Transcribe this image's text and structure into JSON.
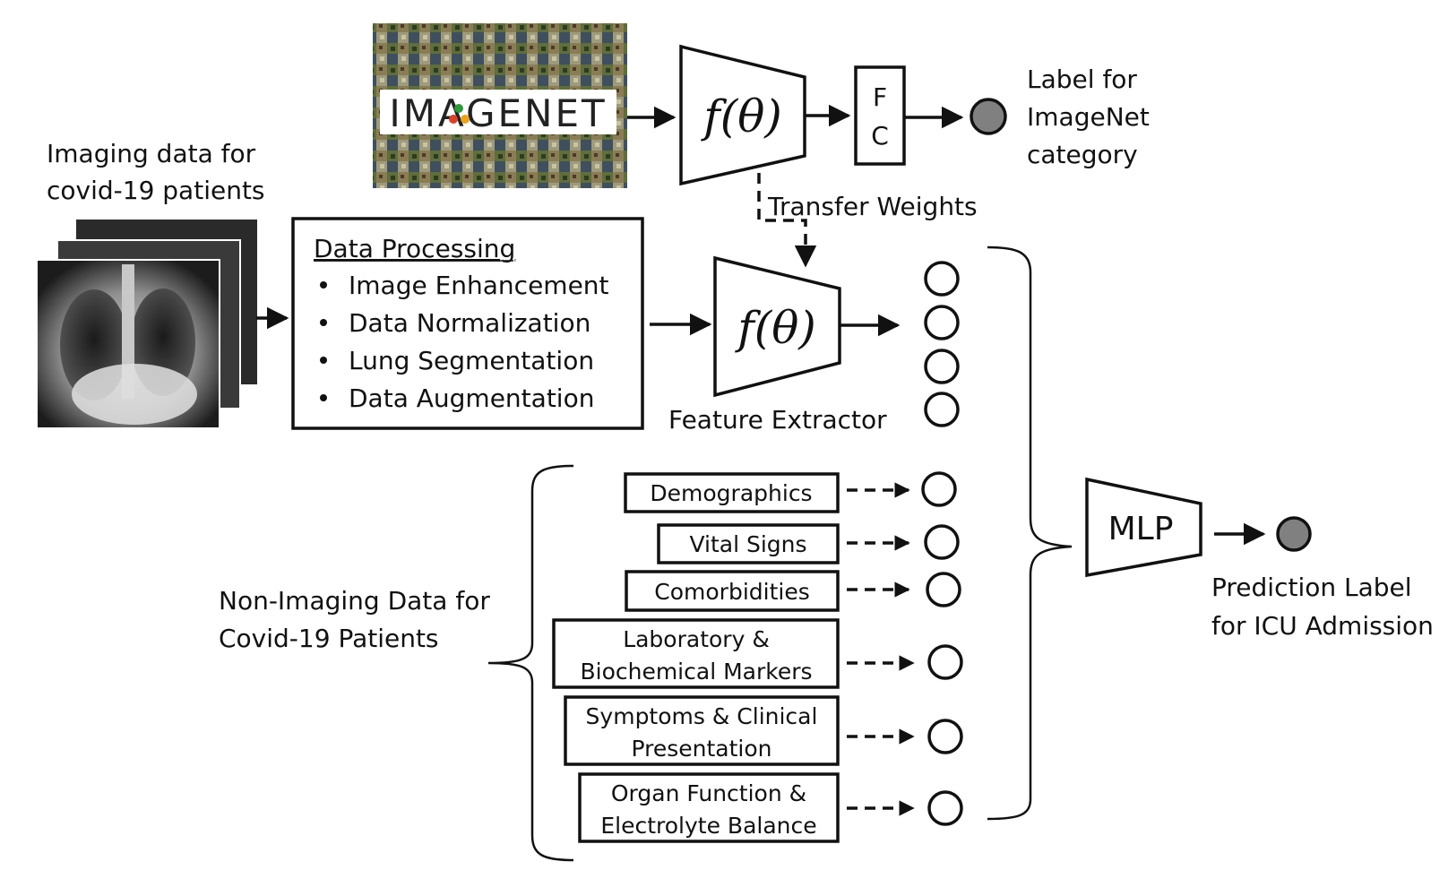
{
  "imagenet": {
    "logo_text": "IMAGENET"
  },
  "pretrained": {
    "extractor_label": "f(θ)",
    "fc_top": "F",
    "fc_bottom": "C",
    "output_label_lines": [
      "Label for",
      "ImageNet",
      "category"
    ]
  },
  "transfer_weights": "Transfer Weights",
  "imaging": {
    "title_lines": [
      "Imaging data for",
      "covid-19 patients"
    ]
  },
  "processing": {
    "title": "Data Processing",
    "items": [
      "Image Enhancement",
      "Data Normalization",
      "Lung Segmentation",
      "Data Augmentation"
    ]
  },
  "feature_extractor": {
    "label": "f(θ)",
    "caption": "Feature Extractor"
  },
  "non_imaging": {
    "title_lines": [
      "Non-Imaging Data for",
      "Covid-19 Patients"
    ],
    "boxes": [
      {
        "lines": [
          "Demographics"
        ]
      },
      {
        "lines": [
          "Vital Signs"
        ]
      },
      {
        "lines": [
          "Comorbidities"
        ]
      },
      {
        "lines": [
          "Laboratory &",
          "Biochemical Markers"
        ]
      },
      {
        "lines": [
          "Symptoms & Clinical",
          "Presentation"
        ]
      },
      {
        "lines": [
          "Organ Function &",
          "Electrolyte Balance"
        ]
      }
    ]
  },
  "mlp": {
    "label": "MLP",
    "output_label_lines": [
      "Prediction Label",
      "for ICU Admission"
    ]
  },
  "colors": {
    "stroke": "#111111",
    "output_node": "#808080",
    "logo_dots": [
      "#d9412a",
      "#e8a21c",
      "#2e9a3c"
    ]
  }
}
